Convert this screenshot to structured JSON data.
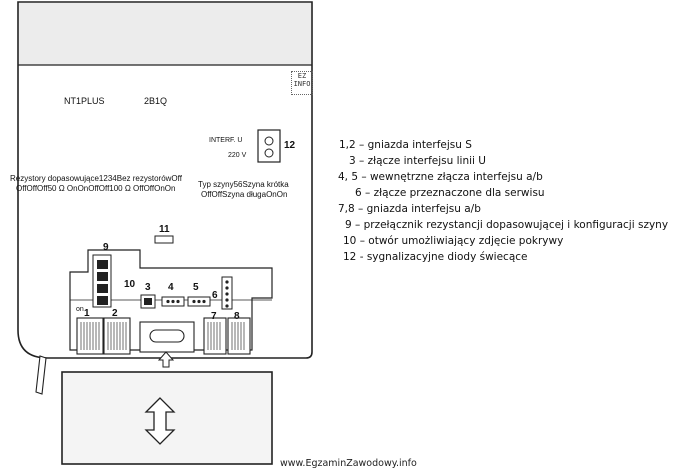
{
  "device": {
    "model": "NT1PLUS",
    "code": "2B1Q",
    "interf_label": "INTERF. U",
    "voltage_label": "220 V",
    "resistor_title": "Rezystory dopasowujące1234Bez rezystorówOff",
    "resistor_row": "OffOffOff50 Ω OnOnOffOff100 Ω OffOffOnOn",
    "bus_title": "Typ szyny56Szyna krótka",
    "bus_row": "OffOffSzyna długaOnOn",
    "on_label": "on",
    "logo_text": "EZ INFO"
  },
  "callouts": [
    "1",
    "2",
    "3",
    "4",
    "5",
    "6",
    "7",
    "8",
    "9",
    "10",
    "11",
    "12"
  ],
  "legend": [
    "1,2 –  gniazda  interfejsu S",
    "3 – złącze interfejsu linii U",
    "4, 5 – wewnętrzne złącza interfejsu a/b",
    "6 – złącze przeznaczone dla serwisu",
    "7,8 – gniazda interfejsu a/b",
    "9 –  przełącznik rezystancji dopasowującej i konfiguracji szyny",
    "10 – otwór umożliwiający zdjęcie pokrywy",
    "12 - sygnalizacyjne diody świecące"
  ],
  "footer": "www.EgzaminZawodowy.info"
}
